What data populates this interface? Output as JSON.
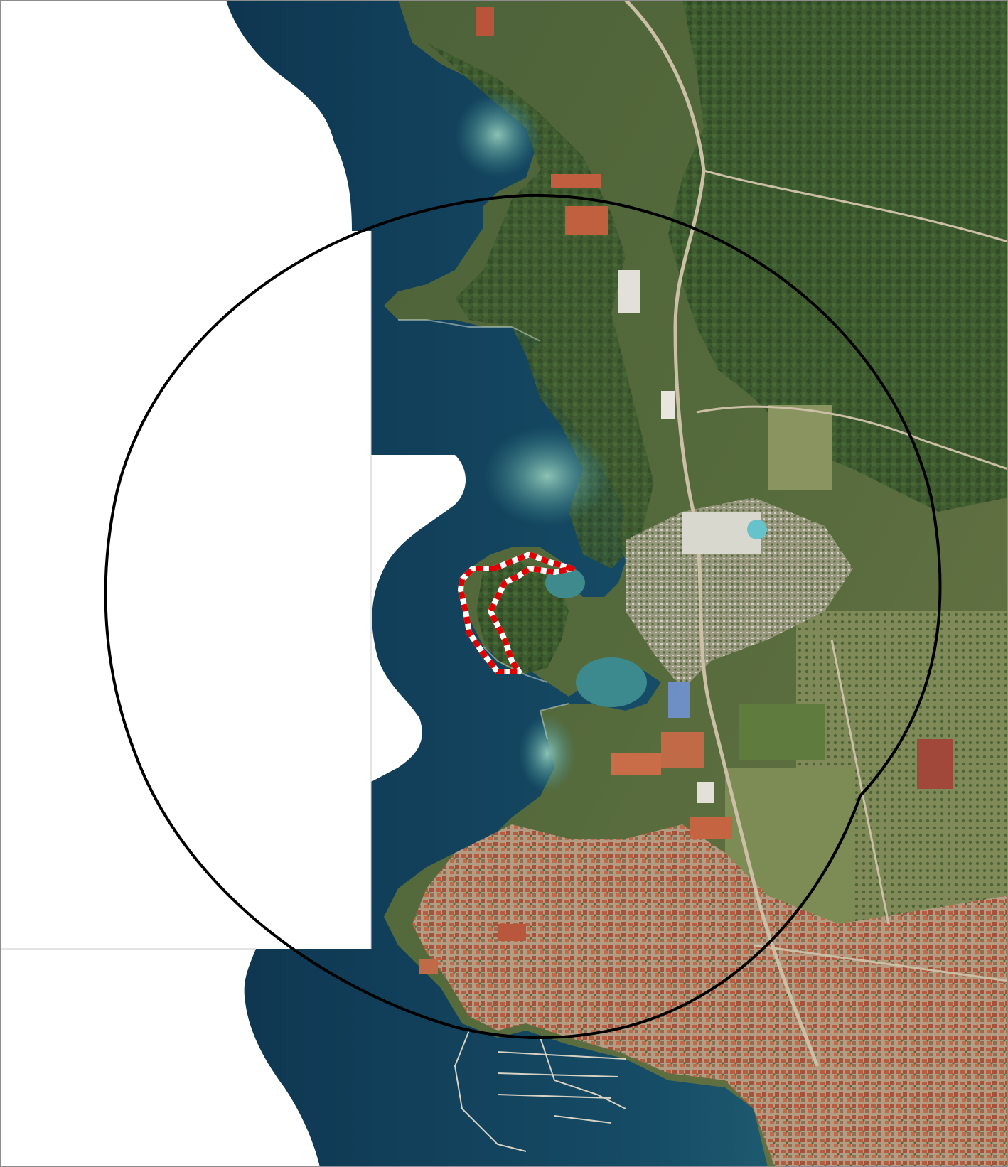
{
  "map": {
    "type": "aerial-orthophoto",
    "labels": [],
    "colors": {
      "sea_deep": "#0f3d57",
      "sea_mid": "#1f6a7a",
      "sea_shallow": "#5ea6a0",
      "land_forest": "#3c5a30",
      "land_field": "#7b8a55",
      "urban": "#a98c72",
      "roof_red": "#b8543a",
      "road": "#c9bda6",
      "frame": "#8c8c8c",
      "coverage_gap": "#ffffff",
      "buffer_circle": "#000000",
      "site_outline_red": "#e00000",
      "site_outline_white": "#ffffff"
    },
    "layers": [
      {
        "id": "orthophoto",
        "name": "aerial-photo"
      },
      {
        "id": "buffer",
        "name": "radius-circle"
      },
      {
        "id": "site",
        "name": "project-boundary"
      }
    ]
  }
}
